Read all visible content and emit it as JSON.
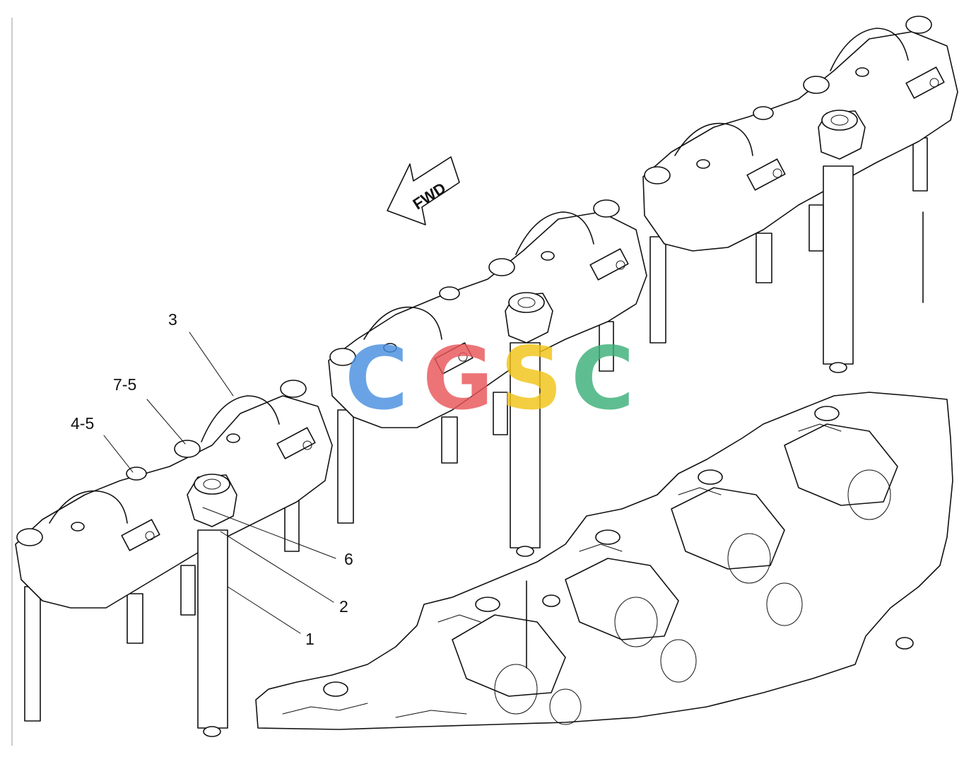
{
  "diagram": {
    "direction_label": "FWD",
    "callouts": [
      {
        "id": "c3",
        "text": "3"
      },
      {
        "id": "c75",
        "text": "7-5"
      },
      {
        "id": "c45",
        "text": "4-5"
      },
      {
        "id": "c6",
        "text": "6"
      },
      {
        "id": "c2",
        "text": "2"
      },
      {
        "id": "c1",
        "text": "1"
      }
    ]
  },
  "watermark": {
    "letters": [
      "C",
      "G",
      "S",
      "C"
    ],
    "colors": [
      "#4a8fe0",
      "#e9565a",
      "#f2c418",
      "#3db07a"
    ]
  }
}
